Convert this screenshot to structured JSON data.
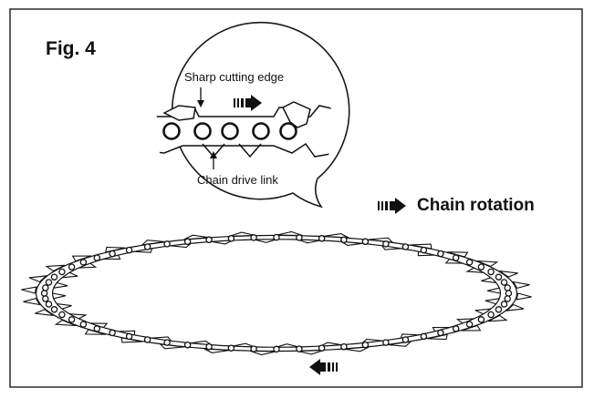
{
  "figure": {
    "title": "Fig. 4",
    "labels": {
      "cutting_edge": "Sharp cutting edge",
      "drive_link": "Chain drive link",
      "rotation": "Chain rotation"
    },
    "icons": [
      "arrow-right-icon",
      "arrow-left-icon"
    ],
    "colors": {
      "line": "#111111",
      "background": "#ffffff"
    }
  }
}
